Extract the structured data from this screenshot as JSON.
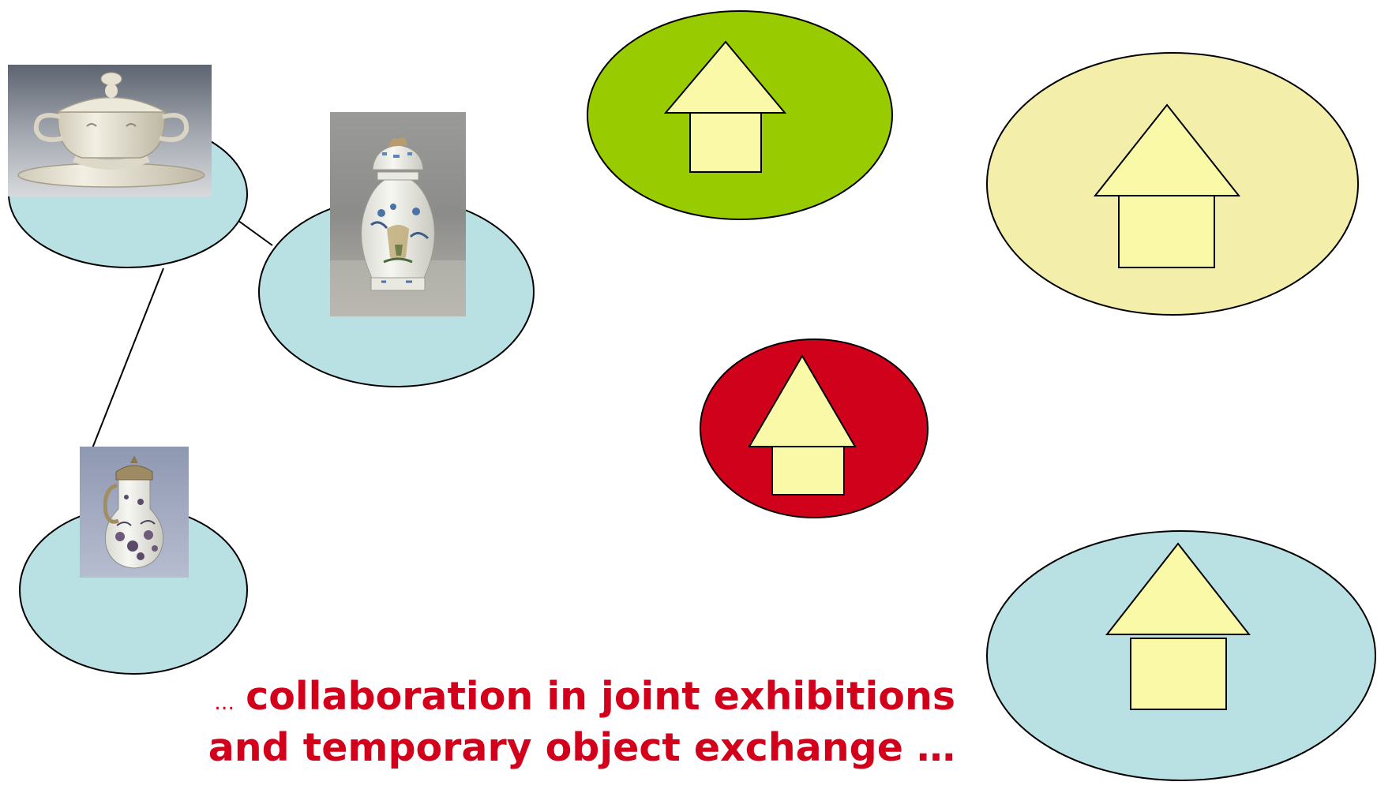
{
  "colors": {
    "accent_red": "#d2001a",
    "green_ellipse": "#99cc00",
    "khaki_ellipse": "#f3eeaa",
    "red_ellipse": "#d0021b",
    "light_blue": "#b9e1e3",
    "house_fill": "#f9f9a8",
    "outline": "#000000"
  },
  "objects": [
    {
      "name": "tureen",
      "icon": "tureen-photo"
    },
    {
      "name": "vase",
      "icon": "lidded-vase-photo"
    },
    {
      "name": "jug",
      "icon": "pewter-lidded-jug-photo"
    }
  ],
  "houses": [
    {
      "name": "green-museum",
      "color": "#99cc00",
      "icon": "house-icon"
    },
    {
      "name": "khaki-museum",
      "color": "#f3eeaa",
      "icon": "house-icon"
    },
    {
      "name": "red-museum",
      "color": "#d0021b",
      "icon": "house-icon"
    },
    {
      "name": "blue-museum",
      "color": "#b9e1e3",
      "icon": "house-icon"
    }
  ],
  "caption": {
    "prefix": "…",
    "line1": "collaboration in joint exhibitions",
    "line2": "and temporary object exchange …"
  }
}
